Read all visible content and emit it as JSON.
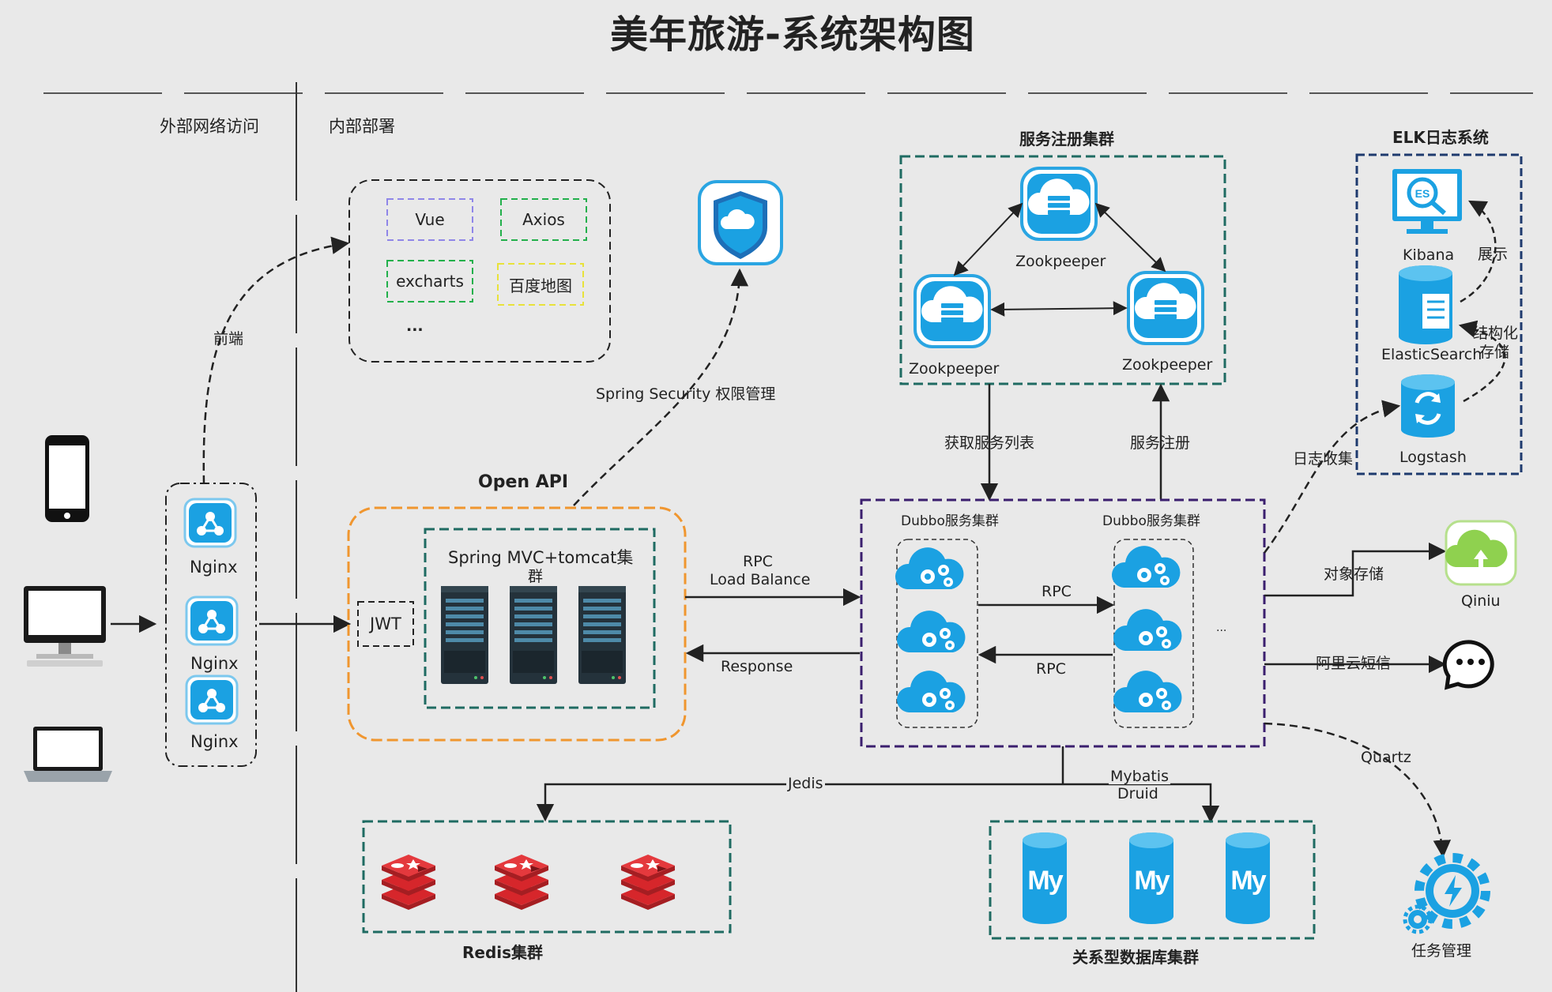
{
  "title": "美年旅游-系统架构图",
  "zones": {
    "external": "外部网络访问",
    "internal": "内部部署"
  },
  "frontend": {
    "edge_label": "前端",
    "items": [
      "Vue",
      "Axios",
      "excharts",
      "百度地图",
      "..."
    ]
  },
  "security": {
    "label": "Spring Security 权限管理"
  },
  "nginx": {
    "labels": [
      "Nginx",
      "Nginx",
      "Nginx"
    ]
  },
  "open_api": {
    "title": "Open API",
    "jwt": "JWT",
    "cluster_label_line1": "Spring MVC+tomcat集",
    "cluster_label_line2": "群"
  },
  "rpc_link": {
    "line1": "RPC",
    "line2": "Load Balance",
    "response": "Response"
  },
  "registry": {
    "title": "服务注册集群",
    "nodes": [
      "Zookpeeper",
      "Zookpeeper",
      "Zookpeeper"
    ],
    "get_list": "获取服务列表",
    "register": "服务注册"
  },
  "dubbo": {
    "cluster_a": "Dubbo服务集群",
    "cluster_b": "Dubbo服务集群",
    "rpc_out": "RPC",
    "rpc_back": "RPC",
    "more": "..."
  },
  "elk": {
    "title": "ELK日志系统",
    "kibana": "Kibana",
    "elasticsearch": "ElasticSearch",
    "logstash": "Logstash",
    "show": "展示",
    "store_line1": "结构化",
    "store_line2": "存储",
    "collect": "日志收集"
  },
  "external_services": {
    "object_storage": "对象存储",
    "qiniu": "Qiniu",
    "sms": "阿里云短信",
    "quartz": "Quartz",
    "task": "任务管理"
  },
  "redis": {
    "title": "Redis集群",
    "edge": "Jedis"
  },
  "mysql": {
    "title": "关系型数据库集群",
    "edge_line1": "Mybatis",
    "edge_line2": "Druid"
  },
  "colors": {
    "orange": "#f0962f",
    "teal": "#1f6b62",
    "purple": "#3b1f6e",
    "navy": "#1e3a6e",
    "icon_blue": "#1ba1e2",
    "redis_red": "#d6262b",
    "qiniu_green": "#8fd14f"
  }
}
